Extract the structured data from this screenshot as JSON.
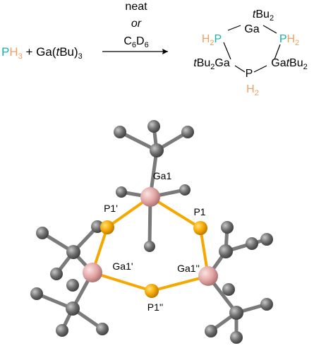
{
  "reaction": {
    "reactant1_P": "P",
    "reactant1_H3": "H",
    "reactant1_sub3": "3",
    "plus": " + Ga(",
    "tBu_t": "t",
    "tBu_Bu": "Bu)",
    "reactant2_sub3": "3",
    "cond_neat": "neat",
    "cond_or": "or",
    "cond_C": "C",
    "cond_6a": "6",
    "cond_D": "D",
    "cond_6b": "6"
  },
  "product": {
    "top_t": "t",
    "top_Bu": "Bu",
    "top_sub2": "2",
    "top_Ga": "Ga",
    "H2P_left_H": "H",
    "H2P_left_2": "2",
    "H2P_left_P": "P",
    "PH2_right_P": "P",
    "PH2_right_H": "H",
    "PH2_right_2": "2",
    "left_t": "t",
    "left_Bu": "Bu",
    "left_2": "2",
    "left_Ga": "Ga",
    "right_Ga": "Ga",
    "right_t": "t",
    "right_Bu": "Bu",
    "right_2": "2",
    "bottom_P": "P",
    "bottom_H": "H",
    "bottom_2": "2"
  },
  "structure_labels": {
    "Ga1": "Ga1",
    "P1prime": "P1'",
    "P1": "P1",
    "Ga1prime": "Ga1'",
    "Ga1dprime": "Ga1''",
    "P1dprime": "P1''"
  },
  "colors": {
    "phosphorus": "#1bb0b0",
    "hydrogen": "#f0a060",
    "gallium_atom": "#e3a7a7",
    "phosphorus_atom": "#f5a800",
    "carbon_atom": "#6e6e6e",
    "bond": "#7a7a7a"
  }
}
